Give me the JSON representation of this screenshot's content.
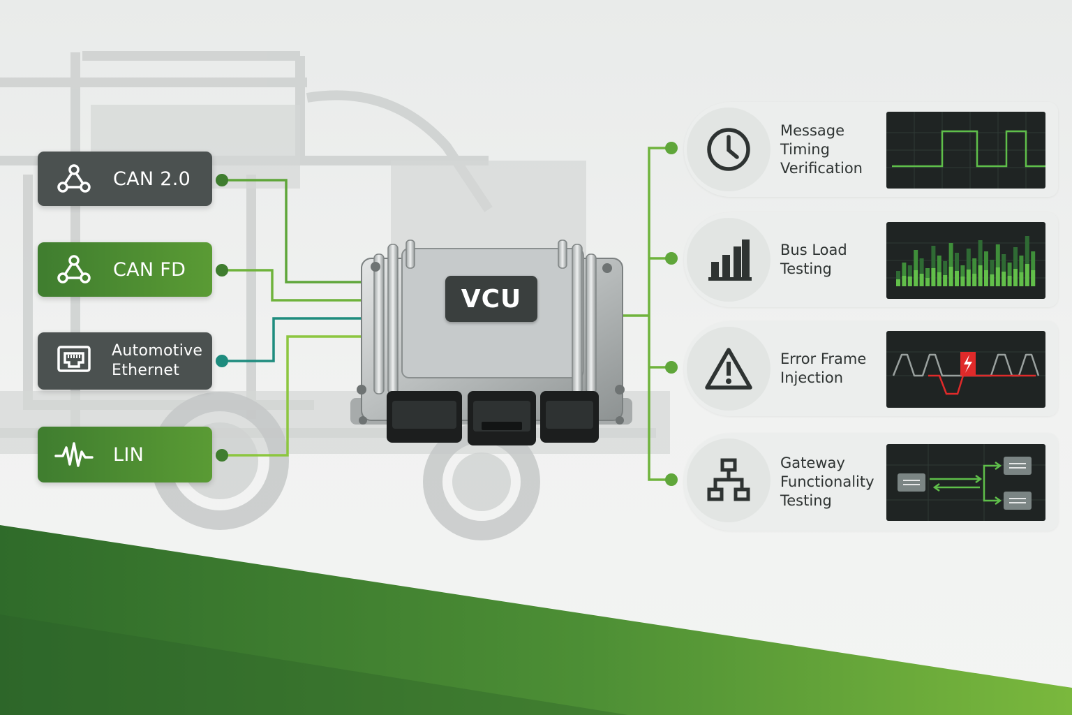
{
  "protocols": [
    {
      "label": "CAN 2.0",
      "icon": "can-network-icon",
      "style": "dark"
    },
    {
      "label": "CAN FD",
      "icon": "can-network-icon",
      "style": "green"
    },
    {
      "label": "Automotive\nEthernet",
      "icon": "ethernet-port-icon",
      "style": "dark"
    },
    {
      "label": "LIN",
      "icon": "waveform-icon",
      "style": "green"
    }
  ],
  "device": {
    "label": "VCU"
  },
  "tests": [
    {
      "label": "Message\nTiming\nVerification",
      "icon": "clock-icon",
      "visual": "square-wave"
    },
    {
      "label": "Bus Load\nTesting",
      "icon": "bar-chart-icon",
      "visual": "bar-graph"
    },
    {
      "label": "Error Frame\nInjection",
      "icon": "warning-triangle-icon",
      "visual": "error-waveform"
    },
    {
      "label": "Gateway\nFunctionality\nTesting",
      "icon": "network-hierarchy-icon",
      "visual": "routing-diagram"
    }
  ],
  "colors": {
    "accent": "#5fa63a",
    "teal": "#1e8c7e",
    "dark": "#4b5150",
    "screen": "#1f2423",
    "error": "#e02a2a"
  }
}
